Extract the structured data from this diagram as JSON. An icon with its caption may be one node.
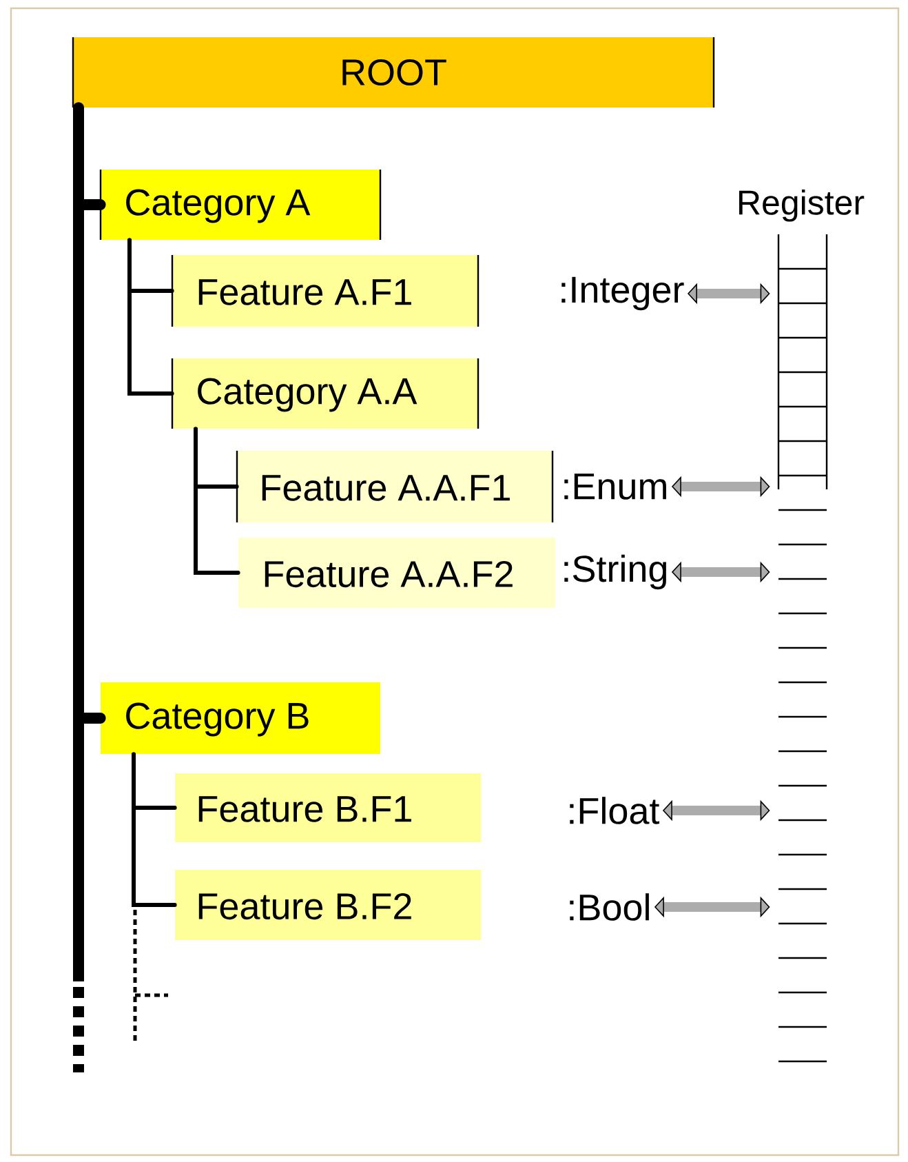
{
  "diagram": {
    "nodes": [
      {
        "text": [
          "ROOT"
        ]
      },
      {
        "text": [
          "Category A"
        ]
      },
      {
        "text": [
          "Feature A.F1"
        ]
      },
      {
        "text": [
          "Category A.A"
        ]
      },
      {
        "text": [
          "Feature A.A.F1"
        ]
      },
      {
        "text": [
          "Feature A.A.F2"
        ]
      },
      {
        "text": [
          "Category B"
        ]
      },
      {
        "text": [
          "Feature B.F1"
        ]
      },
      {
        "text": [
          "Feature B.F2"
        ]
      },
      {
        "text": [
          "Register"
        ]
      },
      {
        "text": [
          ":Integer"
        ]
      },
      {
        "text": [
          ":Enum"
        ]
      },
      {
        "text": [
          ":String"
        ]
      },
      {
        "text": [
          ":Float"
        ]
      },
      {
        "text": [
          ":Bool"
        ]
      }
    ],
    "edges": [
      {
        "from": 0,
        "to": 1,
        "arrow": "none"
      },
      {
        "from": 1,
        "to": 2,
        "arrow": "none"
      },
      {
        "from": 1,
        "to": 3,
        "arrow": "none"
      },
      {
        "from": 3,
        "to": 4,
        "arrow": "none"
      },
      {
        "from": 3,
        "to": 5,
        "arrow": "none"
      },
      {
        "from": 0,
        "to": 6,
        "arrow": "none"
      },
      {
        "from": 6,
        "to": 7,
        "arrow": "none"
      },
      {
        "from": 6,
        "to": 8,
        "arrow": "none"
      },
      {
        "from": 10,
        "to": 9,
        "arrow": "both",
        "color": "#acacac"
      },
      {
        "from": 11,
        "to": 9,
        "arrow": "both",
        "color": "#acacac"
      },
      {
        "from": 12,
        "to": 9,
        "arrow": "both",
        "color": "#acacac"
      },
      {
        "from": 13,
        "to": 9,
        "arrow": "both",
        "color": "#acacac"
      },
      {
        "from": 14,
        "to": 9,
        "arrow": "both",
        "color": "#acacac"
      }
    ]
  }
}
